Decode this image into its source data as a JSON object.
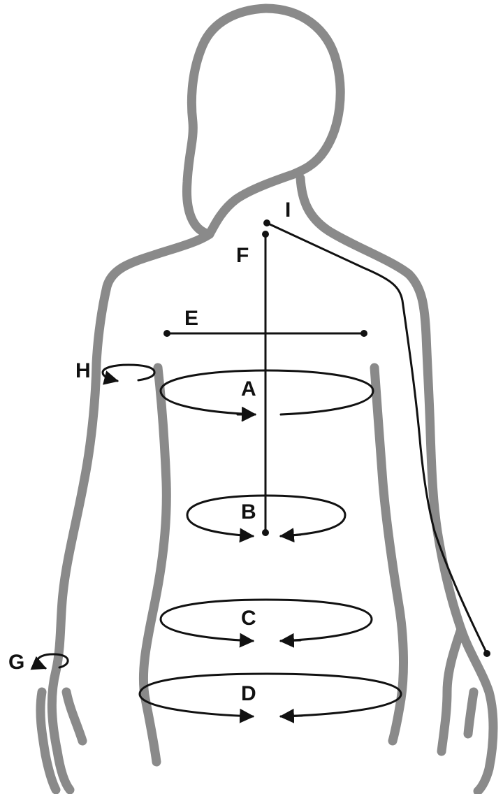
{
  "labels": {
    "A": "A",
    "B": "B",
    "C": "C",
    "D": "D",
    "E": "E",
    "F": "F",
    "G": "G",
    "H": "H",
    "I": "I"
  },
  "colors": {
    "outline": "#8a8a8a",
    "guide": "#111111",
    "background": "#ffffff"
  }
}
